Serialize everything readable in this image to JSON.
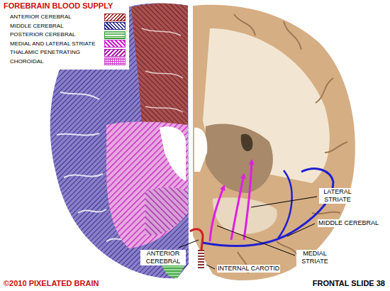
{
  "diagram": {
    "title": "FOREBRAIN BLOOD SUPPLY",
    "labels": [
      "LATERAL STRIATE",
      "MIDDLE CEREBRAL",
      "MEDIAL STRIATE",
      "ANTERIOR CEREBRAL",
      "INTERNAL CAROTID",
      "©2010 PIXELATED BRAIN",
      "FRONTAL SLIDE 38"
    ],
    "legend": [
      {
        "text": "ANTERIOR CEREBRAL",
        "color": "#9c2b2b"
      },
      {
        "text": "MIDDLE CEREBRAL",
        "color": "#2a2a8a"
      },
      {
        "text": "POSTERIOR CEREBRAL",
        "color": "#2e9e2e"
      },
      {
        "text": "MEDIAL AND LATERAL STRIATE",
        "color": "#cc22cc"
      },
      {
        "text": "THALAMIC PENETRATING",
        "color": "#aa22aa"
      },
      {
        "text": "CHOROIDAL",
        "color": "#cc44cc"
      }
    ]
  }
}
